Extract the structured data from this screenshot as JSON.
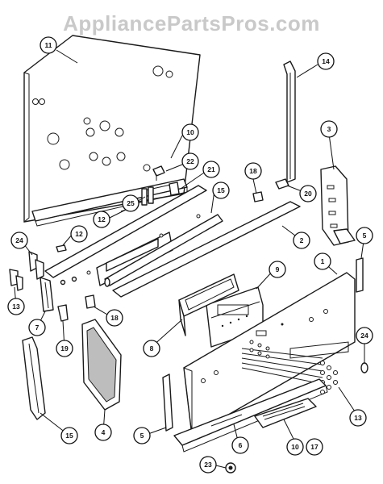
{
  "watermark": "AppliancePartsPros.com",
  "callouts": [
    {
      "label": "11"
    },
    {
      "label": "14"
    },
    {
      "label": "10"
    },
    {
      "label": "22"
    },
    {
      "label": "21"
    },
    {
      "label": "3"
    },
    {
      "label": "18"
    },
    {
      "label": "20"
    },
    {
      "label": "15"
    },
    {
      "label": "25"
    },
    {
      "label": "12"
    },
    {
      "label": "12"
    },
    {
      "label": "24"
    },
    {
      "label": "2"
    },
    {
      "label": "5"
    },
    {
      "label": "9"
    },
    {
      "label": "1"
    },
    {
      "label": "13"
    },
    {
      "label": "7"
    },
    {
      "label": "18"
    },
    {
      "label": "8"
    },
    {
      "label": "19"
    },
    {
      "label": "24"
    },
    {
      "label": "15"
    },
    {
      "label": "4"
    },
    {
      "label": "5"
    },
    {
      "label": "6"
    },
    {
      "label": "13"
    },
    {
      "label": "10"
    },
    {
      "label": "17"
    },
    {
      "label": "23"
    }
  ]
}
